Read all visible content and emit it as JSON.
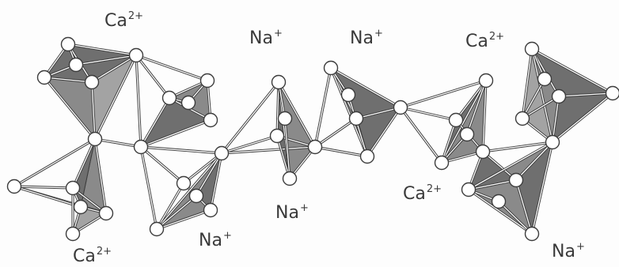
{
  "figure": {
    "labels": [
      {
        "id": "ca-top-left",
        "element": "Ca",
        "charge": "2+"
      },
      {
        "id": "na-top-mid-left",
        "element": "Na",
        "charge": "+"
      },
      {
        "id": "na-top-mid-right",
        "element": "Na",
        "charge": "+"
      },
      {
        "id": "ca-top-right",
        "element": "Ca",
        "charge": "2+"
      },
      {
        "id": "na-mid-center",
        "element": "Na",
        "charge": "+"
      },
      {
        "id": "ca-mid-right",
        "element": "Ca",
        "charge": "2+"
      },
      {
        "id": "na-bottom-left",
        "element": "Na",
        "charge": "+"
      },
      {
        "id": "na-bottom-right",
        "element": "Na",
        "charge": "+"
      },
      {
        "id": "ca-bottom-left",
        "element": "Ca",
        "charge": "2+"
      }
    ],
    "colors": {
      "tetra_face_dark": "#6f6f6f",
      "tetra_face_mid": "#8a8a8a",
      "tetra_face_light": "#a3a3a3",
      "edge": "#3c3c3c",
      "atom_fill": "#ffffff",
      "text": "#3a3a3a"
    }
  }
}
